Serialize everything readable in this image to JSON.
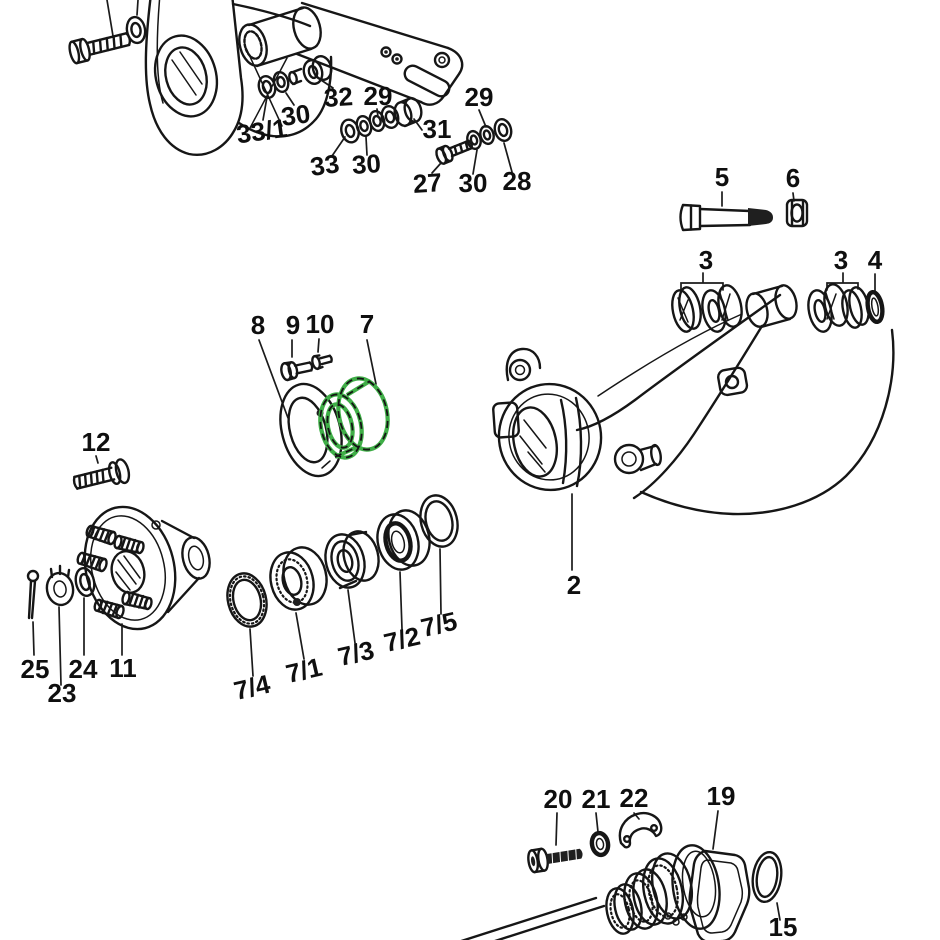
{
  "diagram": {
    "type": "exploded-parts-diagram",
    "subject": "rear axle trailing arm, wheel bearing and drive joint assembly",
    "background": "#ffffff",
    "line_color": "#161616",
    "highlight": {
      "part_number": "7",
      "color": "#3fae47"
    },
    "callouts": {
      "c33_1": "33/1",
      "c30a": "30",
      "c32": "32",
      "c29a": "29",
      "c29b": "29",
      "c31": "31",
      "c33": "33",
      "c30b": "30",
      "c27": "27",
      "c30c": "30",
      "c28": "28",
      "c5": "5",
      "c6": "6",
      "c3a": "3",
      "c3b": "3",
      "c4": "4",
      "c2": "2",
      "c8": "8",
      "c9": "9",
      "c10": "10",
      "c7": "7",
      "c12": "12",
      "c25": "25",
      "c23": "23",
      "c24": "24",
      "c11": "11",
      "c74": "7/4",
      "c71": "7/1",
      "c73": "7/3",
      "c72": "7/2",
      "c75": "7/5",
      "c20": "20",
      "c21": "21",
      "c22": "22",
      "c19": "19",
      "c15": "15"
    }
  }
}
